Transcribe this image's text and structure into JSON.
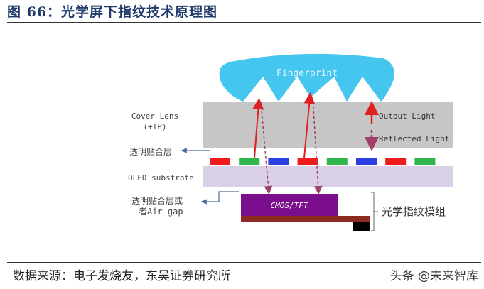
{
  "title": "图 66：光学屏下指纹技术原理图",
  "diagram": {
    "fingerprint": "Fingerprint",
    "cover_lens": "Cover Lens",
    "cover_lens_sub": "(+TP)",
    "adhesive": "透明贴合层",
    "oled": "OLED substrate",
    "adhesive_or_air_1": "透明贴合层或",
    "adhesive_or_air_2": "者Air gap",
    "cmos": "CMOS/TFT",
    "module": "光学指纹模组",
    "legend_output": "Output Light",
    "legend_reflected": "Reflected Light",
    "pixels": [
      "red",
      "green",
      "blue",
      "red",
      "green",
      "blue",
      "red",
      "green"
    ],
    "colors": {
      "red": "#ee1c1c",
      "green": "#2fb54a",
      "blue": "#2a3fe0",
      "cover": "#c6c6c6",
      "substrate": "#d9cfe6",
      "cmos": "#7a0e8c",
      "fingerprint": "#45c6ee"
    }
  },
  "source": "数据来源：电子发烧友，东吴证券研究所",
  "watermark": "头条 @未来智库"
}
